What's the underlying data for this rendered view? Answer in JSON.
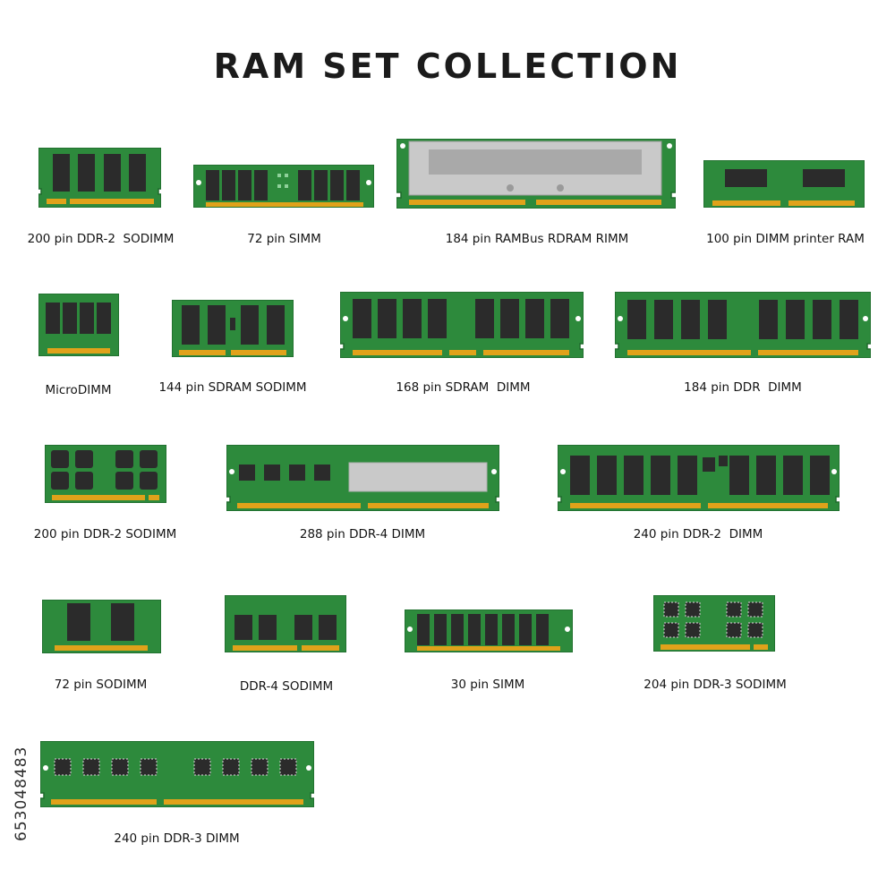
{
  "title": "RAM SET COLLECTION",
  "stock_id": "653048483",
  "colors": {
    "pcb": "#2d8a3c",
    "pcb_edge": "#1f6a2c",
    "chip": "#2b2b2b",
    "contacts": "#e0a21a",
    "rambus_cover": "#c9c9c9"
  },
  "modules": [
    {
      "label": "200 pin DDR-2  SODIMM"
    },
    {
      "label": "72 pin SIMM"
    },
    {
      "label": "184 pin RAMBus RDRAM RIMM"
    },
    {
      "label": "100 pin DIMM printer RAM"
    },
    {
      "label": "MicroDIMM"
    },
    {
      "label": "144 pin SDRAM SODIMM"
    },
    {
      "label": "168 pin SDRAM  DIMM"
    },
    {
      "label": "184 pin DDR  DIMM"
    },
    {
      "label": "200 pin DDR-2 SODIMM"
    },
    {
      "label": "288 pin DDR-4 DIMM"
    },
    {
      "label": "240 pin DDR-2  DIMM"
    },
    {
      "label": "72 pin SODIMM"
    },
    {
      "label": "DDR-4 SODIMM"
    },
    {
      "label": "30 pin SIMM"
    },
    {
      "label": "204 pin DDR-3 SODIMM"
    },
    {
      "label": "240 pin DDR-3 DIMM"
    }
  ]
}
